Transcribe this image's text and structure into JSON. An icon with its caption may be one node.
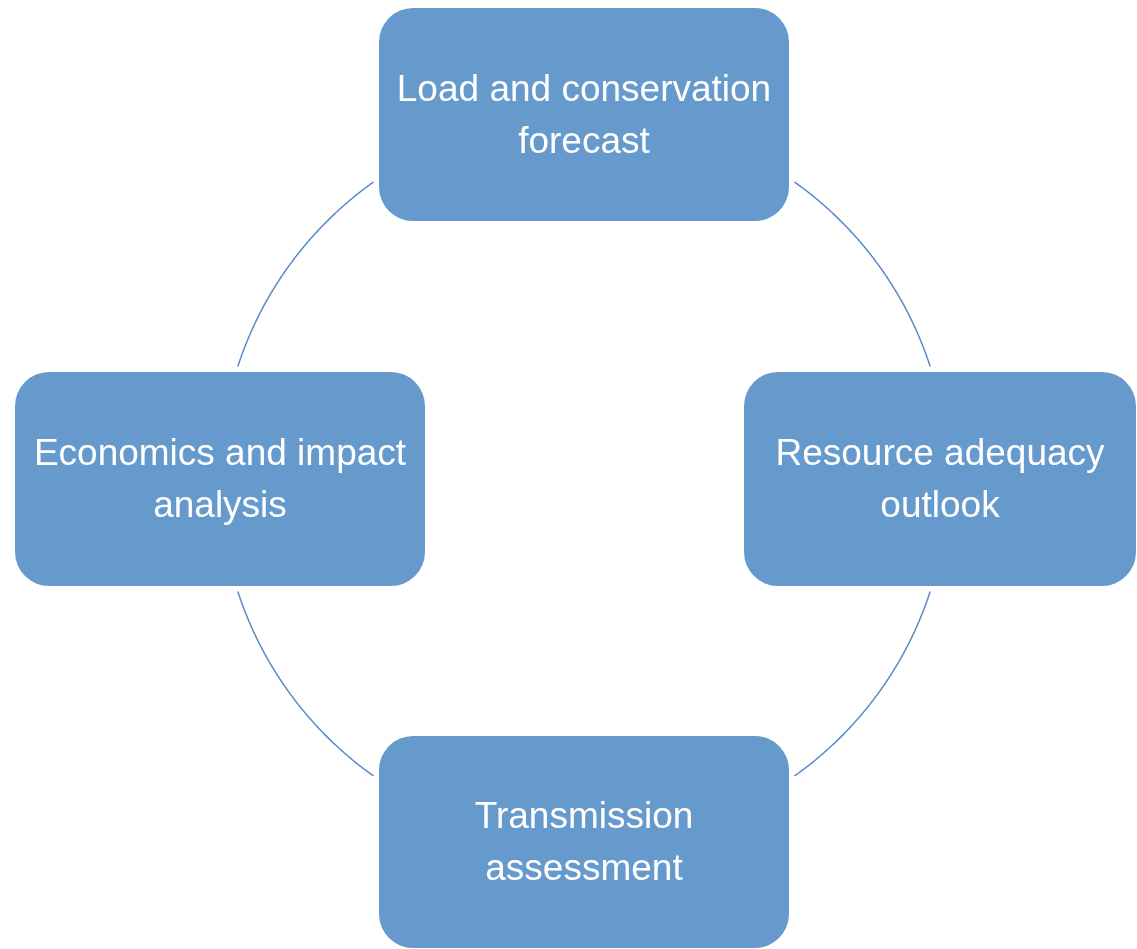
{
  "diagram": {
    "nodes": [
      {
        "text": [
          "Load and conservation forecast"
        ]
      },
      {
        "text": [
          "Resource adequacy outlook"
        ]
      },
      {
        "text": [
          "Transmission assessment"
        ]
      },
      {
        "text": [
          "Economics and impact analysis"
        ]
      }
    ],
    "edges": [
      {
        "from": 0,
        "to": 1,
        "arrow": "none"
      },
      {
        "from": 1,
        "to": 2,
        "arrow": "none"
      },
      {
        "from": 2,
        "to": 3,
        "arrow": "none"
      },
      {
        "from": 3,
        "to": 0,
        "arrow": "none"
      }
    ]
  }
}
